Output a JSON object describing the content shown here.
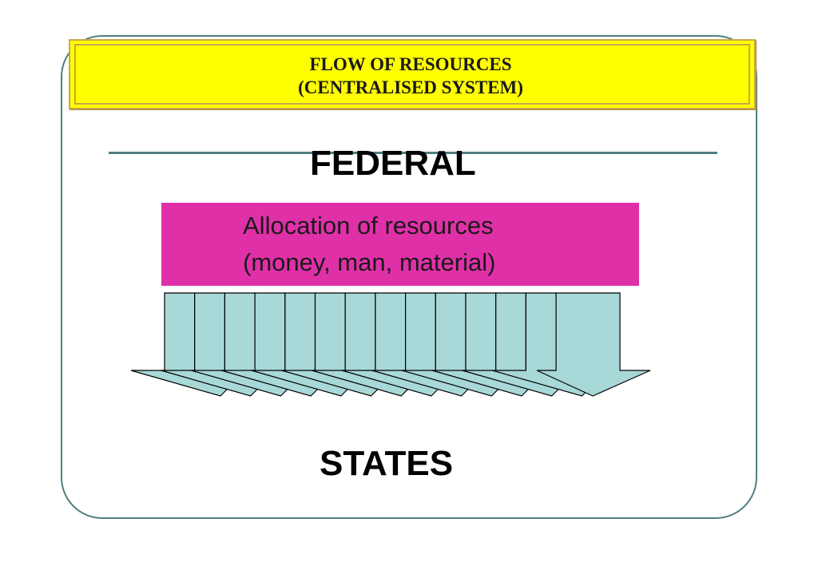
{
  "title": {
    "line1": "FLOW OF RESOURCES",
    "line2": "(CENTRALISED SYSTEM)"
  },
  "top_node": "FEDERAL",
  "allocation": {
    "line1": "Allocation of resources",
    "line2": "(money, man, material)"
  },
  "bottom_node": "STATES",
  "arrows": {
    "count": 14
  },
  "colors": {
    "banner_fill": "#ffff00",
    "banner_border": "#c9a64a",
    "allocation_fill": "#e030a8",
    "arrow_fill": "#a8d8d8",
    "frame_stroke": "#4f7f80"
  }
}
